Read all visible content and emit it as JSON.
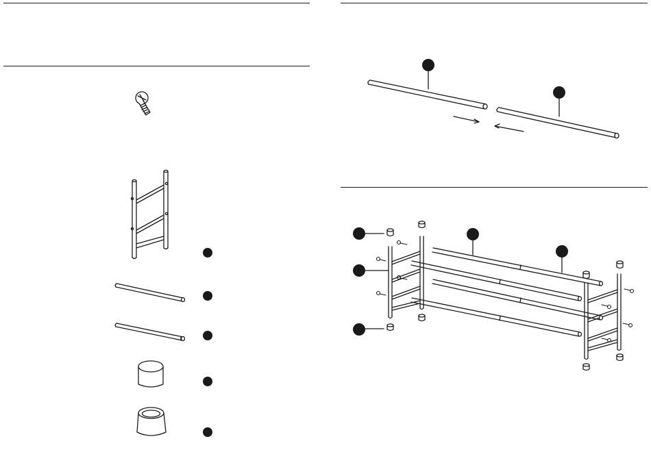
{
  "document": {
    "type": "assembly instruction sheet",
    "left_panel": {
      "screw": {
        "icon": "screw-icon"
      },
      "parts": [
        {
          "icon": "side-frame-icon"
        },
        {
          "icon": "short-rod-icon"
        },
        {
          "icon": "long-rod-icon"
        },
        {
          "icon": "foot-cap-icon"
        },
        {
          "icon": "top-cap-icon"
        }
      ]
    },
    "right_panel": {
      "step_rod_joining": {
        "icon": "rod-joining-diagram"
      },
      "step_full_assembly": {
        "icon": "rack-assembly-diagram"
      }
    },
    "colors": {
      "ink": "#1a1a1a",
      "paper": "#ffffff",
      "badge": "#1a1a1a"
    }
  }
}
